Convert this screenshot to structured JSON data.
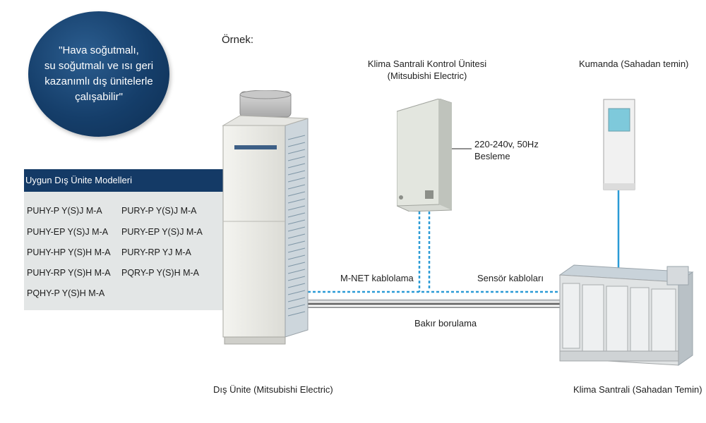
{
  "badge": {
    "lines": [
      "\"Hava soğutmalı,",
      "su soğutmalı ve ısı geri",
      "kazanımlı dış ünitelerle",
      "çalışabilir\""
    ]
  },
  "example_label": "Örnek:",
  "models_panel": {
    "title": "Uygun Dış Ünite Modelleri",
    "left_column": [
      "PUHY-P Y(S)J M-A",
      "PUHY-EP Y(S)J M-A",
      "PUHY-HP Y(S)H M-A",
      "PUHY-RP Y(S)H M-A",
      "PQHY-P Y(S)H M-A"
    ],
    "right_column": [
      "PURY-P Y(S)J M-A",
      "PURY-EP Y(S)J M-A",
      "PURY-RP YJ M-A",
      "PQRY-P Y(S)H M-A"
    ]
  },
  "control_unit": {
    "title_line1": "Klima Santrali Kontrol Ünitesi",
    "title_line2": "(Mitsubishi Electric)"
  },
  "power": {
    "line1": "220-240v, 50Hz",
    "line2": "Besleme"
  },
  "remote": {
    "label": "Kumanda (Sahadan temin)"
  },
  "connections": {
    "mnet": "M-NET kablolama",
    "sensor": "Sensör kabloları",
    "copper": "Bakır borulama"
  },
  "outdoor_unit": {
    "label": "Dış Ünite (Mitsubishi Electric)"
  },
  "ahu": {
    "label": "Klima Santrali (Sahadan Temin)"
  },
  "colors": {
    "badge": "#153e6a",
    "panel_header": "#143a66",
    "panel_bg": "#e3e6e6",
    "signal_line": "#2a9bd6",
    "pipe": "#6b6b6b"
  },
  "icons": [
    "outdoor-unit-icon",
    "control-unit-icon",
    "remote-control-icon",
    "air-handling-unit-icon"
  ]
}
